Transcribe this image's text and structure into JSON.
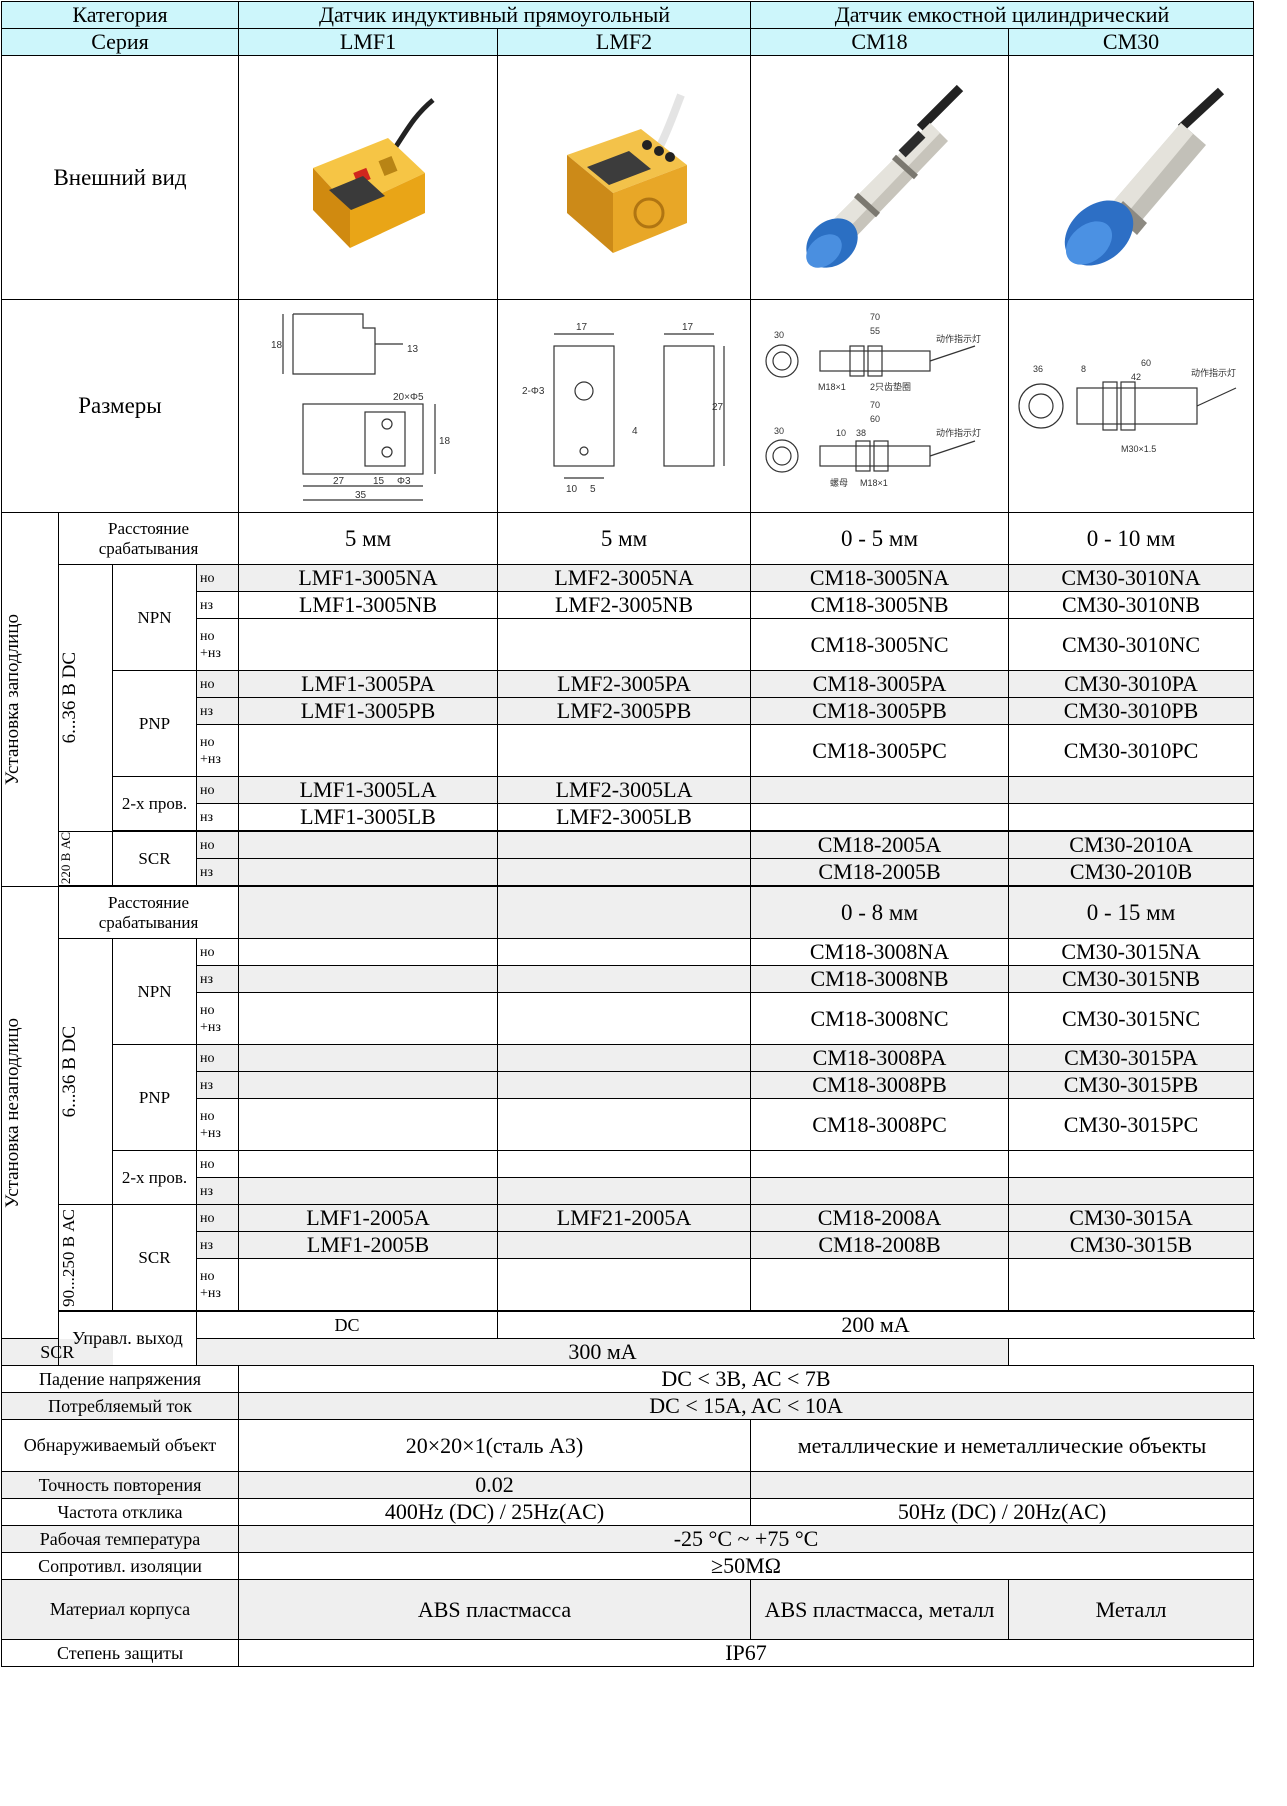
{
  "header": {
    "category_label": "Категория",
    "category_inductive": "Датчик индуктивный прямоугольный",
    "category_capacitive": "Датчик емкостной цилиндрический",
    "series_label": "Серия",
    "series": [
      "LMF1",
      "LMF2",
      "CM18",
      "CM30"
    ]
  },
  "rows": {
    "appearance": "Внешний вид",
    "dimensions": "Размеры",
    "dims": {
      "lmf1": [
        "18",
        "13",
        "20×Φ5",
        "18",
        "27",
        "15",
        "Φ3",
        "35"
      ],
      "lmf2": [
        "17",
        "17",
        "2-Φ3",
        "27",
        "4",
        "10",
        "5"
      ],
      "cm18": [
        "30",
        "70",
        "55",
        "动作指示灯",
        "M18×1",
        "2只齿垫圈",
        "30",
        "70",
        "60",
        "10",
        "38",
        "动作指示灯",
        "螺母",
        "M18×1"
      ],
      "cm30": [
        "36",
        "8",
        "60",
        "42",
        "动作指示灯",
        "M30×1.5"
      ]
    }
  },
  "flush": {
    "group_label": "Установка заподлицо",
    "distance_label": "Расстояние срабатывания",
    "distances": [
      "5 мм",
      "5 мм",
      "0 - 5 мм",
      "0 - 10 мм"
    ],
    "dc_label": "6...36 В DC",
    "ac_label": "220 В АС",
    "npn": "NPN",
    "pnp": "PNP",
    "two_wire": "2-х пров.",
    "scr": "SCR",
    "no": "но",
    "nz": "нз",
    "nonz": "но +нз",
    "npn_no": [
      "LMF1-3005NA",
      "LMF2-3005NA",
      "CM18-3005NA",
      "CM30-3010NA"
    ],
    "npn_nz": [
      "LMF1-3005NB",
      "LMF2-3005NB",
      "CM18-3005NB",
      "CM30-3010NB"
    ],
    "npn_nonz": [
      "",
      "",
      "CM18-3005NC",
      "CM30-3010NC"
    ],
    "pnp_no": [
      "LMF1-3005PA",
      "LMF2-3005PA",
      "CM18-3005PA",
      "CM30-3010PA"
    ],
    "pnp_nz": [
      "LMF1-3005PB",
      "LMF2-3005PB",
      "CM18-3005PB",
      "CM30-3010PB"
    ],
    "pnp_nonz": [
      "",
      "",
      "CM18-3005PC",
      "CM30-3010PC"
    ],
    "tw_no": [
      "LMF1-3005LA",
      "LMF2-3005LA",
      "",
      ""
    ],
    "tw_nz": [
      "LMF1-3005LB",
      "LMF2-3005LB",
      "",
      ""
    ],
    "scr_no": [
      "",
      "",
      "CM18-2005A",
      "CM30-2010A"
    ],
    "scr_nz": [
      "",
      "",
      "CM18-2005B",
      "CM30-2010B"
    ]
  },
  "nonflush": {
    "group_label": "Установка незаподлицо",
    "distance_label": "Расстояние срабатывания",
    "distances": [
      "",
      "",
      "0 - 8 мм",
      "0 - 15 мм"
    ],
    "dc_label": "6...36 В DC",
    "ac_label": "90...250 В АС",
    "npn": "NPN",
    "pnp": "PNP",
    "two_wire": "2-х пров.",
    "scr": "SCR",
    "no": "но",
    "nz": "нз",
    "nonz": "но +нз",
    "npn_no": [
      "",
      "",
      "CM18-3008NA",
      "CM30-3015NA"
    ],
    "npn_nz": [
      "",
      "",
      "CM18-3008NB",
      "CM30-3015NB"
    ],
    "npn_nonz": [
      "",
      "",
      "CM18-3008NC",
      "CM30-3015NC"
    ],
    "pnp_no": [
      "",
      "",
      "CM18-3008PA",
      "CM30-3015PA"
    ],
    "pnp_nz": [
      "",
      "",
      "CM18-3008PB",
      "CM30-3015PB"
    ],
    "pnp_nonz": [
      "",
      "",
      "CM18-3008PC",
      "CM30-3015PC"
    ],
    "tw_no": [
      "",
      "",
      "",
      ""
    ],
    "tw_nz": [
      "",
      "",
      "",
      ""
    ],
    "scr_no": [
      "LMF1-2005A",
      "LMF21-2005A",
      "CM18-2008A",
      "CM30-3015A"
    ],
    "scr_nz": [
      "LMF1-2005B",
      "",
      "CM18-2008B",
      "CM30-3015B"
    ],
    "scr_nonz": [
      "",
      "",
      "",
      ""
    ]
  },
  "specs": {
    "control_label": "Управл. выход",
    "dc": "DC",
    "scr": "SCR",
    "dc_value": "200 мА",
    "scr_value": "300 мА",
    "voltage_drop_label": "Падение напряжения",
    "voltage_drop_value": "DC < 3В, АС < 7В",
    "current_label": "Потребляемый ток",
    "current_value": "DC < 15A, AC < 10A",
    "object_label": "Обнаруживаемый объект",
    "object_inductive": "20×20×1(сталь А3)",
    "object_capacitive": "металлические и неметаллические объекты",
    "repeat_label": "Точность повторения",
    "repeat_value": "0.02",
    "freq_label": "Частота отклика",
    "freq_inductive": "400Hz (DC) / 25Hz(AC)",
    "freq_capacitive": "50Hz (DC) / 20Hz(AC)",
    "temp_label": "Рабочая температура",
    "temp_value": "-25 °C ~ +75 °C",
    "insulation_label": "Сопротивл. изоляции",
    "insulation_value": "≥50MΩ",
    "material_label": "Материал корпуса",
    "material_inductive": "ABS пластмасса",
    "material_cm18": "ABS пластмасса, металл",
    "material_cm30": "Металл",
    "protection_label": "Степень защиты",
    "protection_value": "IP67"
  },
  "colors": {
    "header_bg": "#cdf6fb",
    "stripe_bg": "#efefef",
    "yellow_body": "#f2b01e",
    "blue_cap": "#2f74c9",
    "metal": "#b8b6ae"
  }
}
